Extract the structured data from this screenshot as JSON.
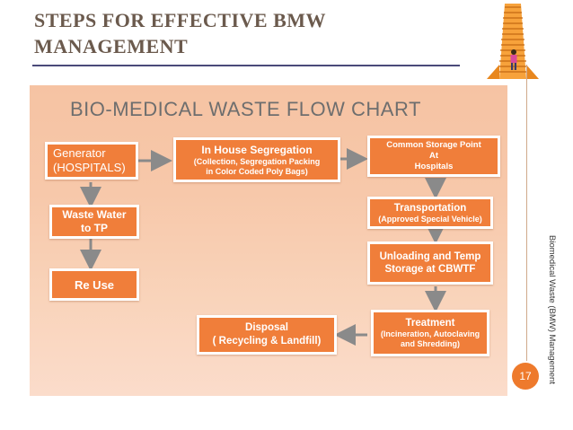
{
  "slide": {
    "title_line1": "STEPS FOR EFFECTIVE BMW",
    "title_line2": "MANAGEMENT",
    "side_label": "Biomedical Waste (BMW) Management",
    "page_number": "17"
  },
  "flowchart": {
    "title": "BIO-MEDICAL WASTE FLOW CHART",
    "nodes": {
      "generator": [
        "Generator",
        "(HOSPITALS)"
      ],
      "segregation": [
        "In House Segregation",
        "(Collection, Segregation Packing",
        "in Color Coded Poly Bags)"
      ],
      "storage": [
        "Common Storage Point",
        "At",
        "Hospitals"
      ],
      "wastewater": [
        "Waste Water",
        "to TP"
      ],
      "transportation": [
        "Transportation",
        "(Approved Special Vehicle)"
      ],
      "reuse": [
        "Re Use"
      ],
      "unloading": [
        "Unloading and Temp",
        "Storage at  CBWTF"
      ],
      "treatment": [
        "Treatment",
        "(Incineration, Autoclaving",
        "and Shredding)"
      ],
      "disposal": [
        "Disposal",
        "( Recycling & Landfill)"
      ]
    }
  },
  "colors": {
    "box_fill": "#f07e3a",
    "arrow": "#8a8a8a",
    "badge": "#ee7a2c"
  }
}
